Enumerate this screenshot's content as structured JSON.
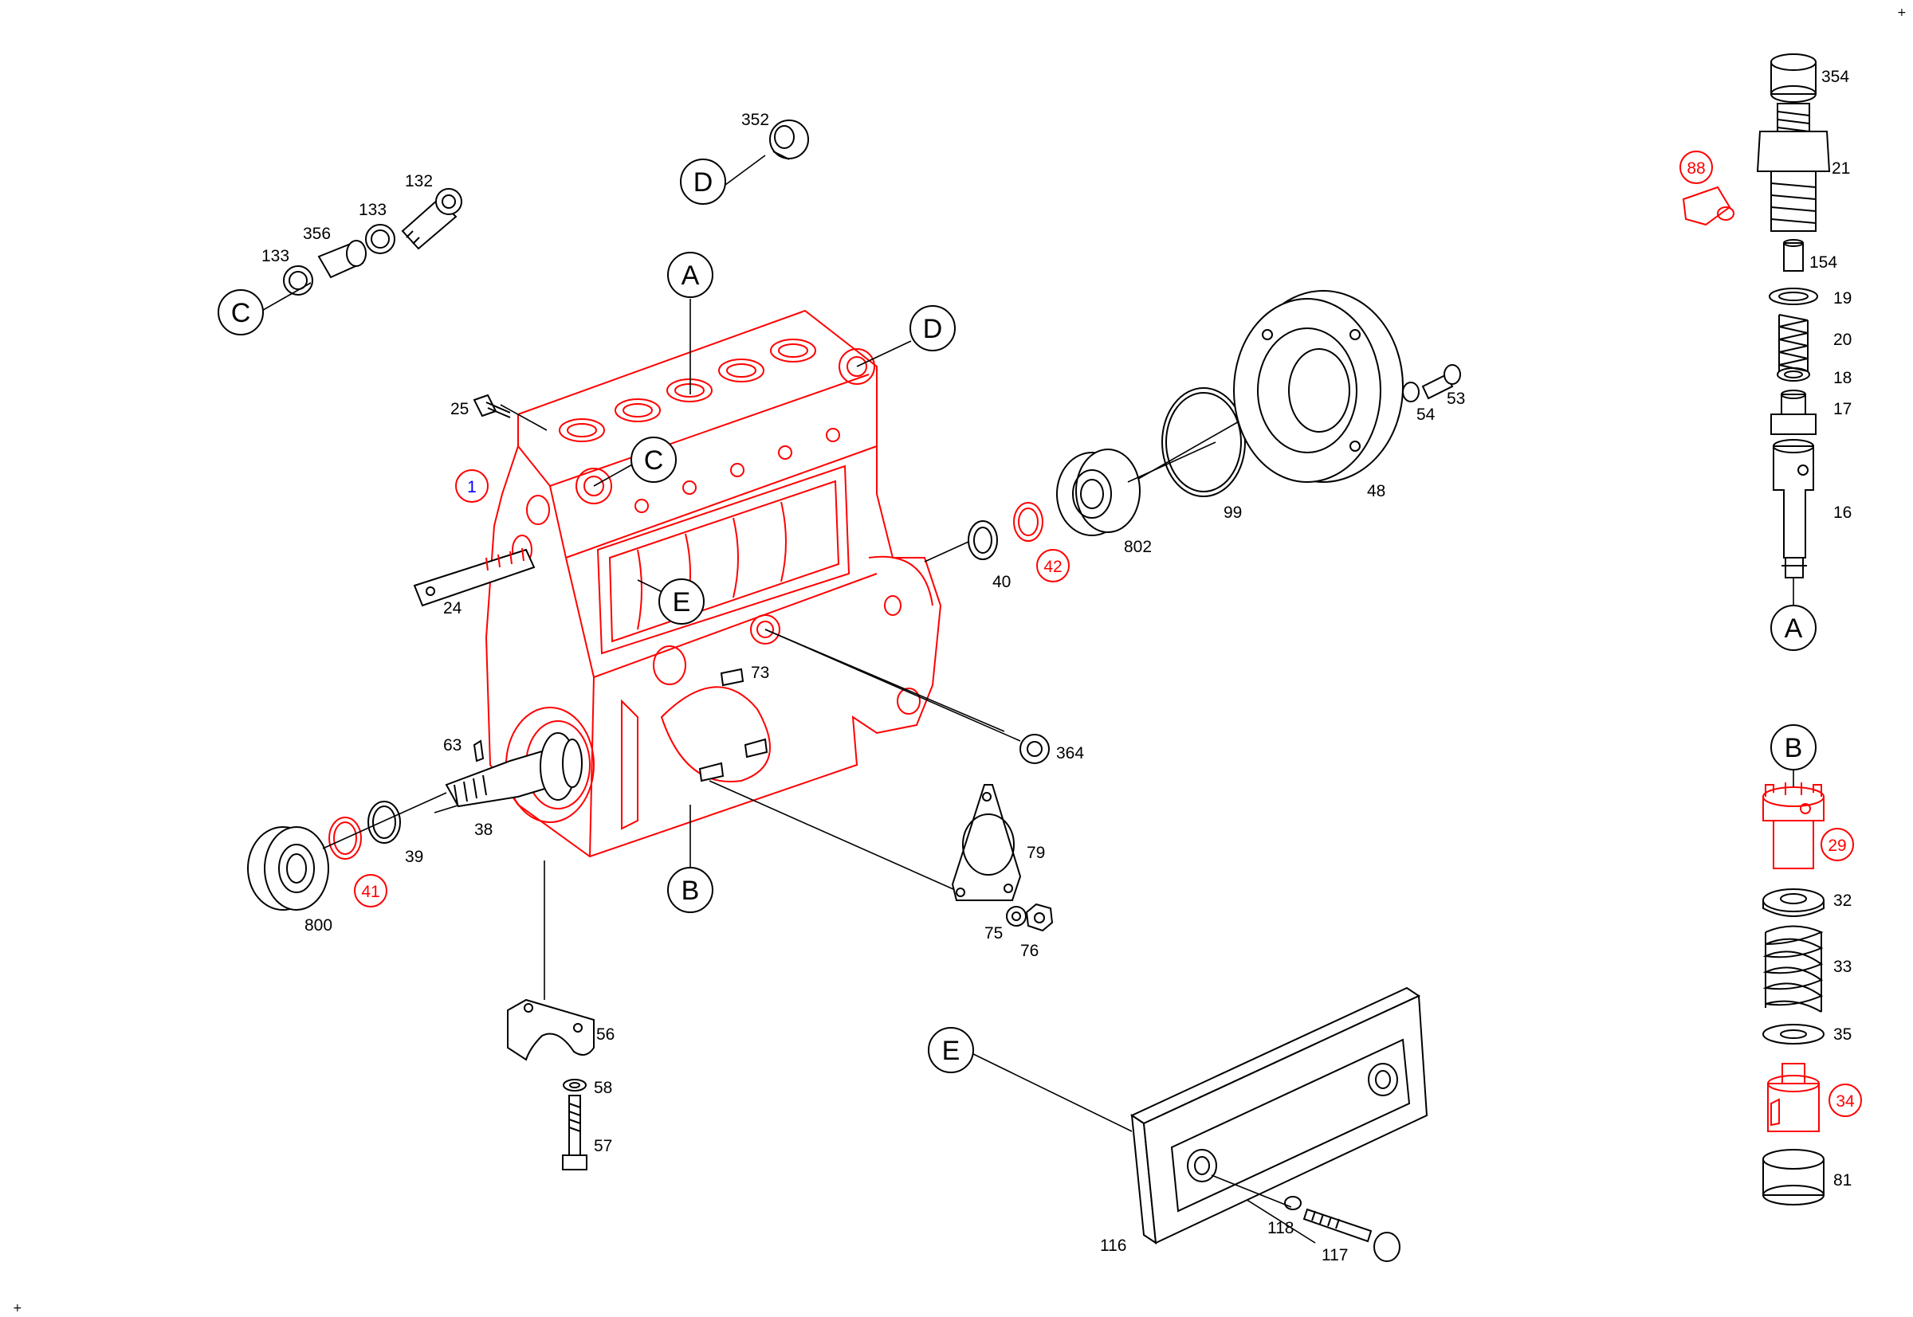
{
  "labels": {
    "l1": "1",
    "l16": "16",
    "l17": "17",
    "l18": "18",
    "l19": "19",
    "l20": "20",
    "l21": "21",
    "l24": "24",
    "l25": "25",
    "l29": "29",
    "l32": "32",
    "l33": "33",
    "l34": "34",
    "l35": "35",
    "l38": "38",
    "l39": "39",
    "l40": "40",
    "l41": "41",
    "l42": "42",
    "l48": "48",
    "l53": "53",
    "l54": "54",
    "l56": "56",
    "l57": "57",
    "l58": "58",
    "l63": "63",
    "l73": "73",
    "l75": "75",
    "l76": "76",
    "l79": "79",
    "l81": "81",
    "l88": "88",
    "l99": "99",
    "l116": "116",
    "l117": "117",
    "l118": "118",
    "l132": "132",
    "l133a": "133",
    "l133b": "133",
    "l154": "154",
    "l352": "352",
    "l354": "354",
    "l356": "356",
    "l364": "364",
    "l800": "800",
    "l802": "802"
  },
  "refs": {
    "A_top": "A",
    "A_right": "A",
    "B_bottom": "B",
    "B_right": "B",
    "C_left": "C",
    "C_housing": "C",
    "D_top": "D",
    "D_housing": "D",
    "E_housing": "E",
    "E_cover": "E"
  },
  "marks": {
    "corner": "+"
  },
  "colors": {
    "highlight": "#ff0000",
    "callout_blue": "#0000ff",
    "line": "#000000"
  }
}
